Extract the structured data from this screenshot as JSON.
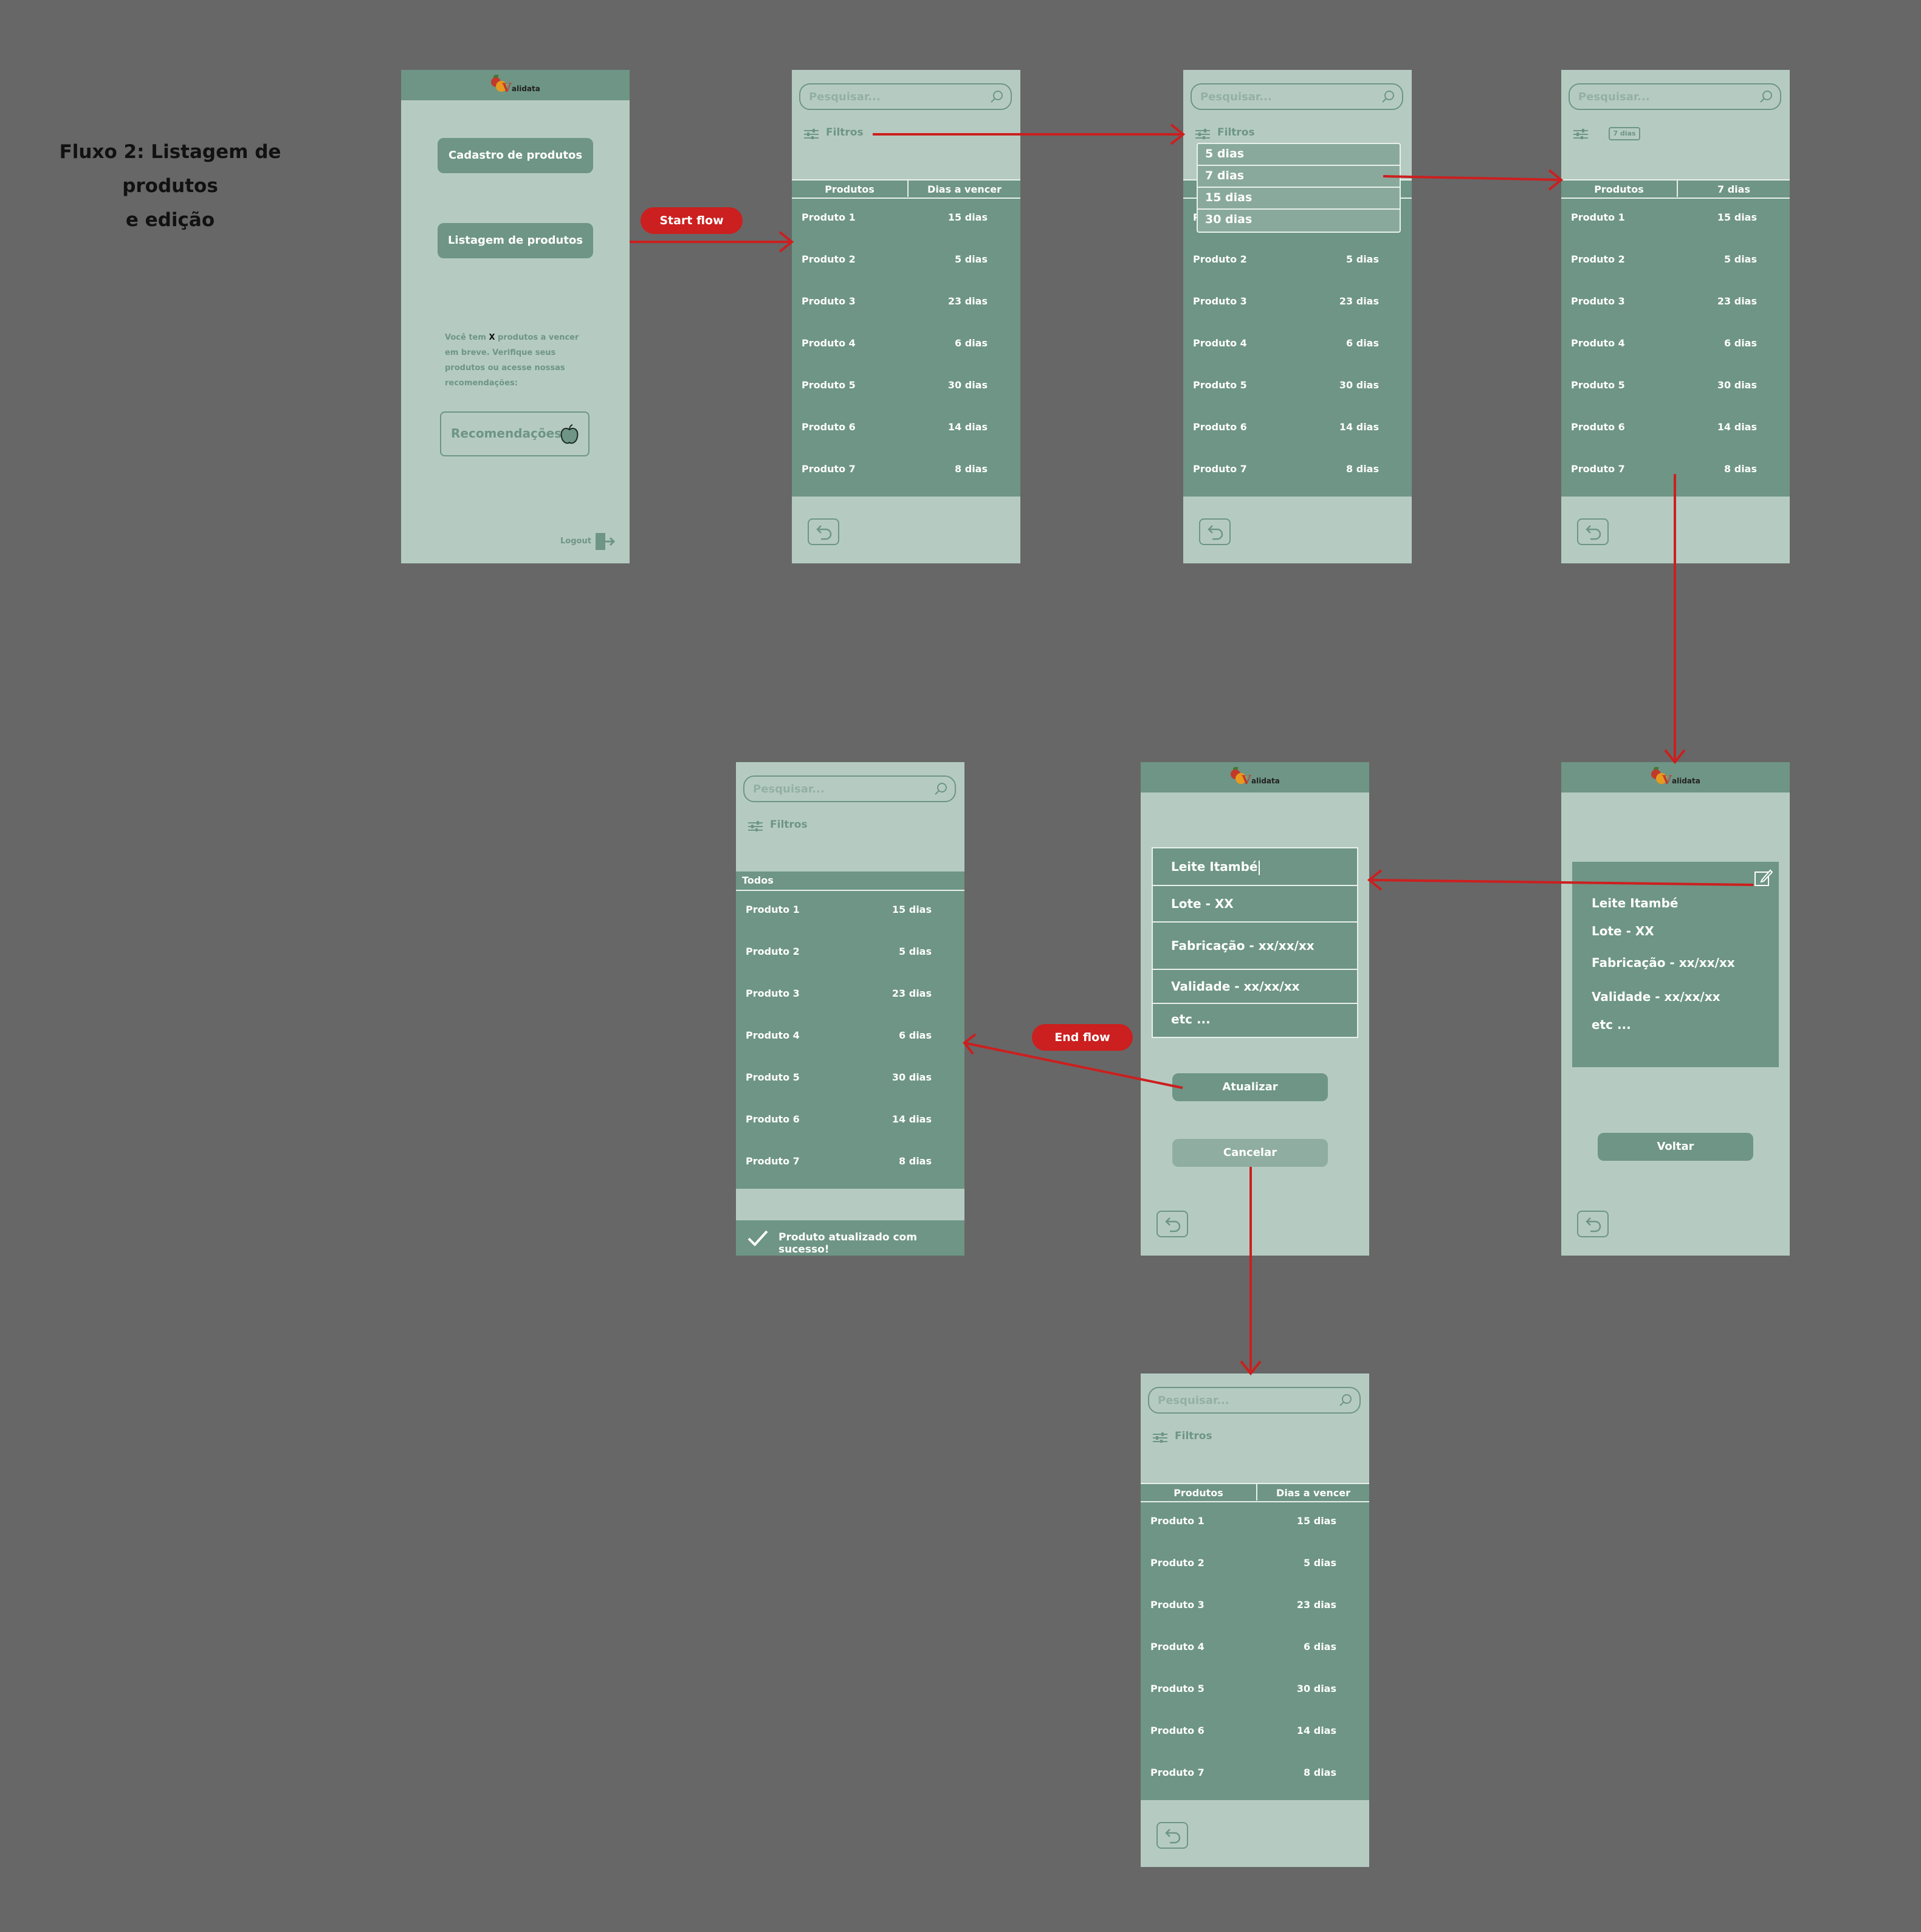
{
  "title": {
    "line1": "Fluxo 2: Listagem de produtos",
    "line2": "e edição"
  },
  "logo": {
    "v": "V",
    "text": "alidata"
  },
  "home": {
    "btn_cadastro": "Cadastro de produtos",
    "btn_listagem": "Listagem de produtos",
    "info_pre": "Você tem",
    "info_x": "X",
    "info_post": "produtos a vencer em breve. Verifique seus produtos ou acesse nossas recomendações:",
    "btn_recomendacoes": "Recomendações",
    "logout": "Logout"
  },
  "search": {
    "placeholder": "Pesquisar..."
  },
  "filters": {
    "label": "Filtros",
    "options": [
      "5 dias",
      "7 dias",
      "15 dias",
      "30 dias"
    ],
    "selected_tag": "7 dias"
  },
  "table": {
    "col_products": "Produtos",
    "col_days": "Dias a vencer",
    "col_days_filtered": "7 dias",
    "col_todos": "Todos"
  },
  "products": [
    {
      "name": "Produto 1",
      "days": "15 dias"
    },
    {
      "name": "Produto 2",
      "days": "5 dias"
    },
    {
      "name": "Produto 3",
      "days": "23 dias"
    },
    {
      "name": "Produto 4",
      "days": "6 dias"
    },
    {
      "name": "Produto 5",
      "days": "30 dias"
    },
    {
      "name": "Produto 6",
      "days": "14 dias"
    },
    {
      "name": "Produto 7",
      "days": "8 dias"
    }
  ],
  "product_detail": {
    "name": "Leite Itambé",
    "lote": "Lote - XX",
    "fabricacao": "Fabricação - xx/xx/xx",
    "validade": "Validade - xx/xx/xx",
    "etc": "etc ..."
  },
  "edit": {
    "btn_update": "Atualizar",
    "btn_cancel": "Cancelar"
  },
  "detail": {
    "btn_back": "Voltar"
  },
  "toast": {
    "message": "Produto atualizado com sucesso!"
  },
  "flow": {
    "start": "Start flow",
    "end": "End flow"
  },
  "colors": {
    "background": "#676767",
    "screen": "#b5cbc2",
    "primary": "#6e9585",
    "arrow": "#cc1f1f"
  }
}
